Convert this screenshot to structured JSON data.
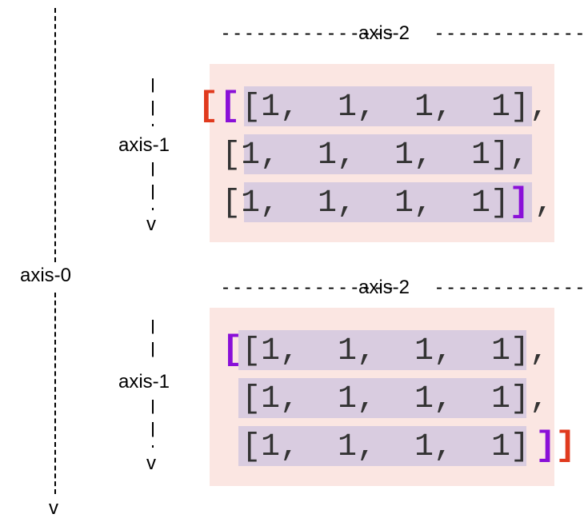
{
  "axis0": {
    "label": "axis-0",
    "arrow": "v"
  },
  "block1": {
    "axis2_label": "axis-2",
    "axis1_label": "axis-1",
    "axis1_arrow": "v",
    "outer_open": "[",
    "inner_open": "[",
    "rows": [
      "[1,  1,  1,  1],",
      "[1,  1,  1,  1],",
      "[1,  1,  1,  1]"
    ],
    "inner_close": "]",
    "trailing": ","
  },
  "block2": {
    "axis2_label": "axis-2",
    "axis1_label": "axis-1",
    "axis1_arrow": "v",
    "inner_open": "[",
    "rows": [
      "[1,  1,  1,  1],",
      "[1,  1,  1,  1],",
      "[1,  1,  1,  1]"
    ],
    "inner_close": "]",
    "outer_close": "]"
  },
  "colors": {
    "outer_bracket": "#e03a1e",
    "inner_bracket": "#8a10d8",
    "block_bg": "#fbe6e2",
    "row_bg": "#d9cce0"
  }
}
